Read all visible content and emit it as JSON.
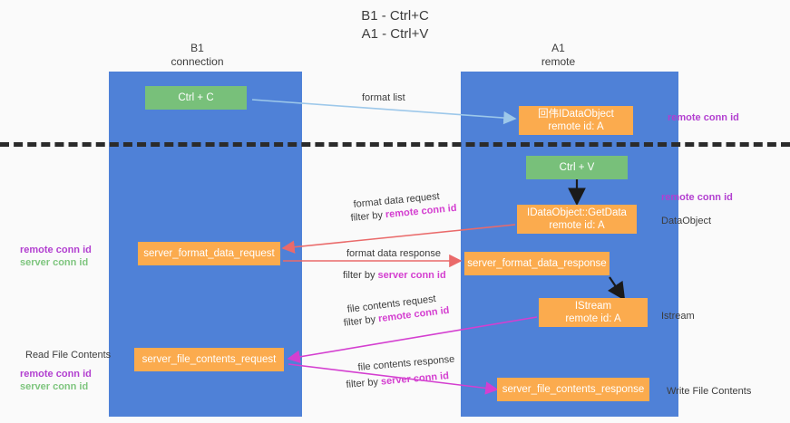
{
  "diagram": {
    "title_line1": "B1 - Ctrl+C",
    "title_line2": "A1 - Ctrl+V",
    "columns": [
      {
        "name": "B1",
        "role": "connection"
      },
      {
        "name": "A1",
        "role": "remote"
      }
    ],
    "nodes": {
      "ctrl_c": {
        "label": "Ctrl + C",
        "color": "#78c07a"
      },
      "ctrl_v": {
        "label": "Ctrl + V",
        "color": "#78c07a"
      },
      "dataobject_remote": {
        "line1": "回伟IDataObject",
        "line2": "remote id: A"
      },
      "getdata": {
        "line1": "IDataObject::GetData",
        "line2": "remote id: A"
      },
      "istream": {
        "line1": "IStream",
        "line2": "remote id: A"
      },
      "server_format_data_request": {
        "label": "server_format_data_request"
      },
      "server_format_data_response": {
        "label": "server_format_data_response"
      },
      "server_file_contents_request": {
        "label": "server_file_contents_request"
      },
      "server_file_contents_response": {
        "label": "server_file_contents_response"
      }
    },
    "edge_labels": {
      "format_list": "format list",
      "format_data_request": "format data request",
      "format_data_request_filter_prefix": "filter by ",
      "format_data_request_filter_key": "remote conn id",
      "format_data_response": "format data response",
      "format_data_response_filter_prefix": "filter by ",
      "format_data_response_filter_key": "server conn id",
      "file_contents_request": "file contents request",
      "file_contents_request_filter_prefix": "filter by ",
      "file_contents_request_filter_key": "remote conn id",
      "file_contents_response": "file contents response",
      "file_contents_response_filter_prefix": "filter by ",
      "file_contents_response_filter_key": "server conn id"
    },
    "right_annotations": [
      {
        "text": "remote conn id",
        "style": "rc"
      },
      {
        "text": "remote conn id",
        "style": "rc"
      },
      {
        "text": "DataObject",
        "style": "plain"
      },
      {
        "text": "Istream",
        "style": "plain"
      },
      {
        "text": "Write File Contents",
        "style": "plain"
      }
    ],
    "left_annotations": [
      {
        "text": "remote conn id",
        "style": "rc"
      },
      {
        "text": "server conn id",
        "style": "sc"
      },
      {
        "text": "Read File Contents",
        "style": "plain"
      },
      {
        "text": "remote conn id",
        "style": "rc"
      },
      {
        "text": "server conn id",
        "style": "sc"
      }
    ],
    "colors": {
      "lane": "#4f81d7",
      "green_node": "#78c07a",
      "orange_node": "#fbab4e",
      "remote_conn_id": "#b23fd0",
      "server_conn_id": "#7ec57e",
      "divider": "#2b2b2b",
      "arrow_blue": "#9dc8ea",
      "arrow_red": "#ea6a6a",
      "arrow_magenta": "#d43fd0",
      "arrow_black": "#1a1a1a",
      "background": "#fafafa"
    }
  }
}
